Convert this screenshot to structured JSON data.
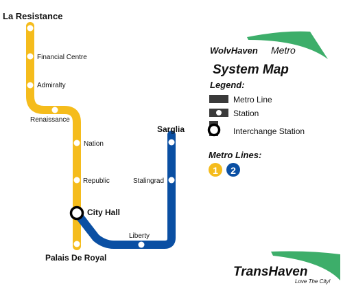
{
  "lines": [
    {
      "id": "1",
      "color": "#F5BC1C"
    },
    {
      "id": "2",
      "color": "#0A4FA3"
    }
  ],
  "stations": {
    "la_resistance": "La Resistance",
    "financial_centre": "Financial Centre",
    "admiralty": "Admiralty",
    "renaissance": "Renaissance",
    "nation": "Nation",
    "republic": "Republic",
    "city_hall": "City Hall",
    "palais_de_royal": "Palais De Royal",
    "sarglia": "Sarglia",
    "stalingrad": "Stalingrad",
    "liberty": "Liberty"
  },
  "brand": {
    "name_bold": "WolvHaven",
    "name_light": "Metro",
    "title": "System Map",
    "accent_color": "#3DAE6A"
  },
  "legend": {
    "heading": "Legend:",
    "metro_line": "Metro Line",
    "station": "Station",
    "interchange": "Interchange Station"
  },
  "metro_lines": {
    "heading": "Metro Lines:",
    "badges": [
      "1",
      "2"
    ]
  },
  "footer": {
    "logo_bold": "TransHaven",
    "tagline": "Love The City!"
  }
}
